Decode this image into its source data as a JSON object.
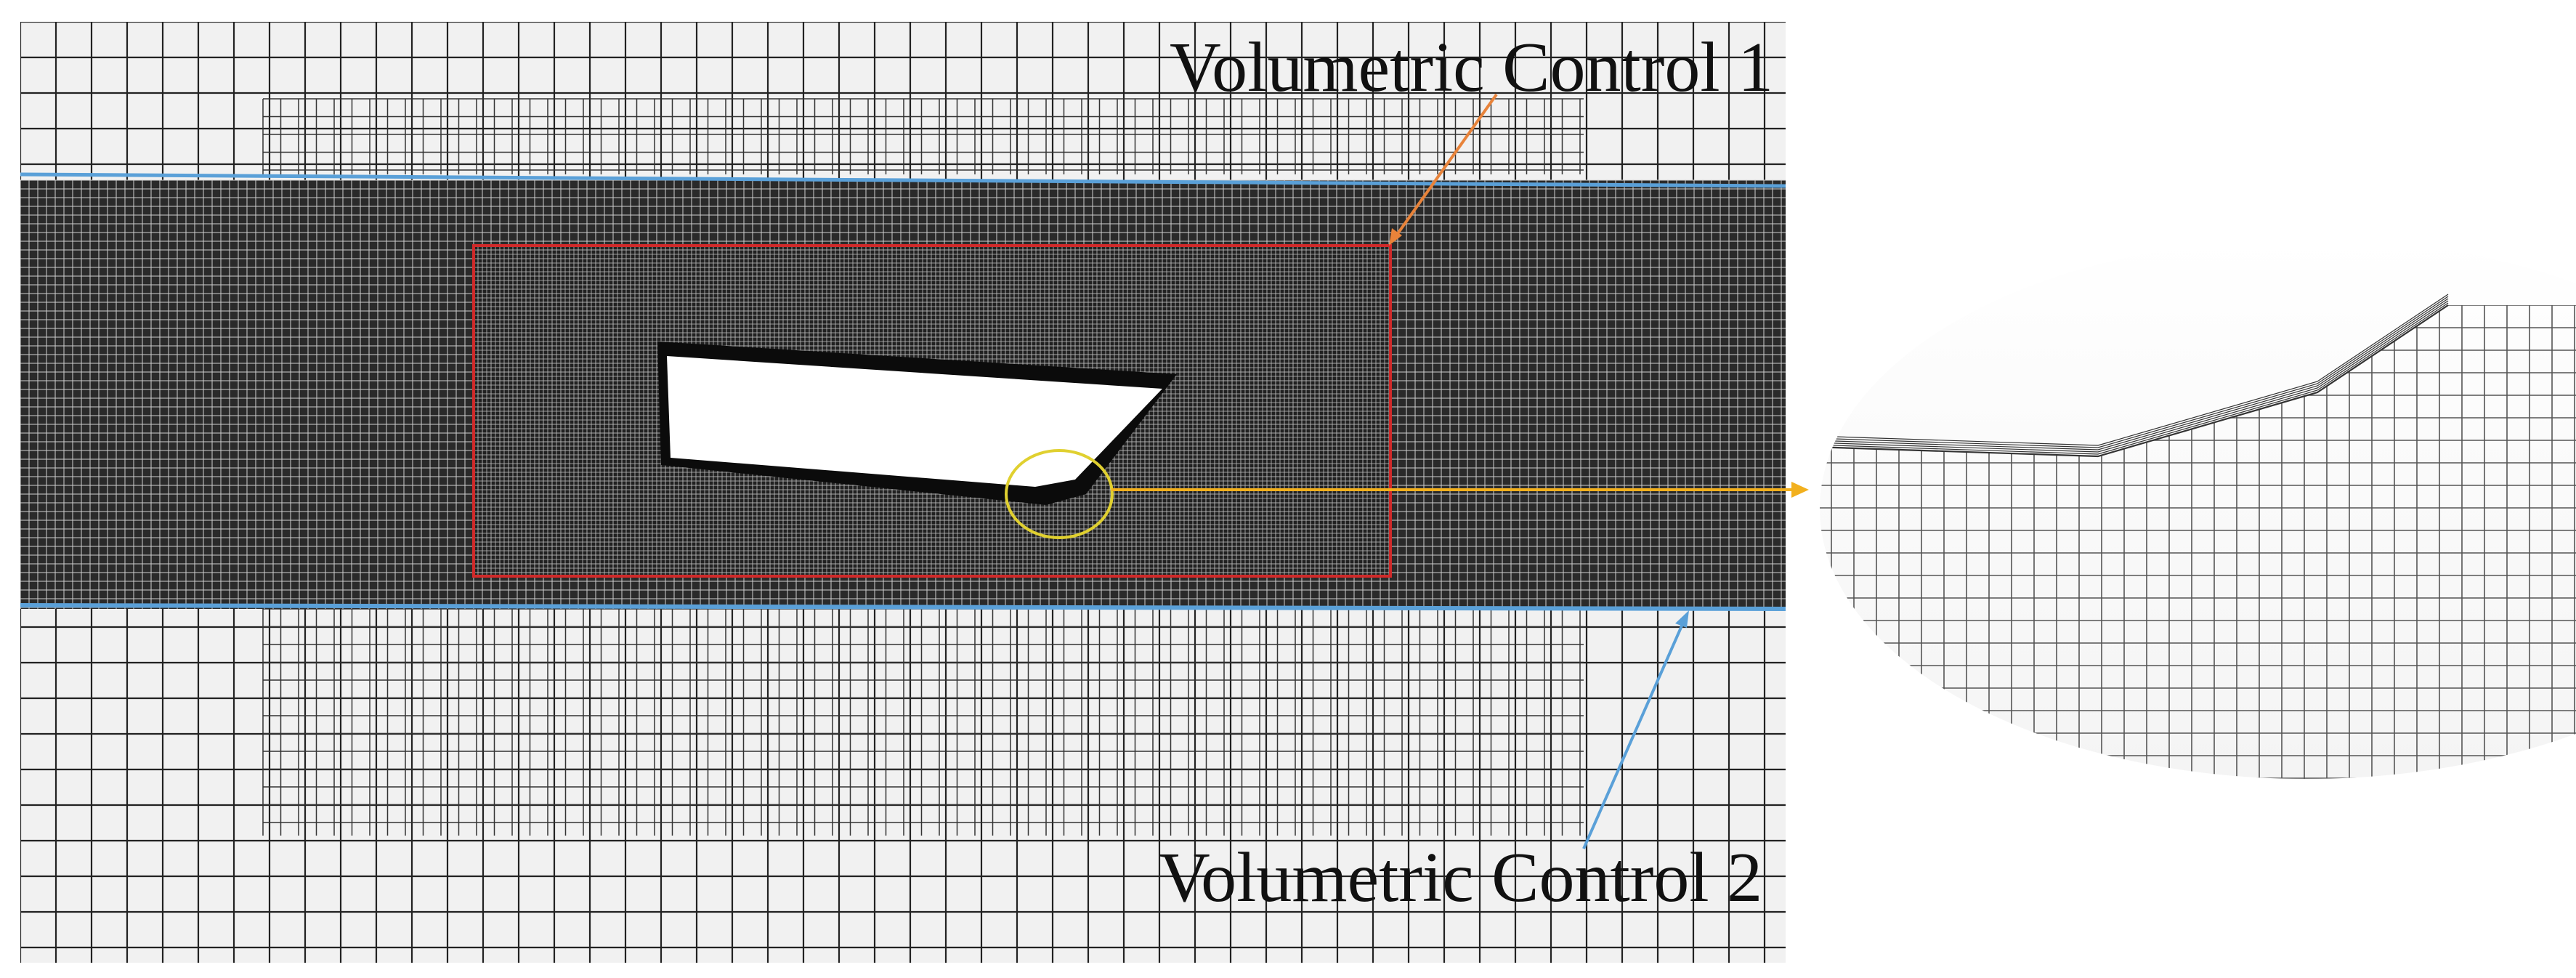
{
  "labels": {
    "control1": "Volumetric Control 1",
    "control2": "Volumetric Control 2"
  },
  "colors": {
    "background": "#ffffff",
    "coarse_panel": "#f1f1f1",
    "dense_band": "#1c1c1c",
    "control1_box": "#d02a2a",
    "control1_arrow": "#e8833a",
    "control2_line": "#5aa0d8",
    "detail_circle": "#e0d030",
    "detail_arrow": "#f2b01e",
    "mesh_line": "#111111",
    "hull": "#ffffff"
  },
  "figure": {
    "main_view": "CFD mesh around hull",
    "detail_view": "Zoomed boundary-layer mesh"
  }
}
